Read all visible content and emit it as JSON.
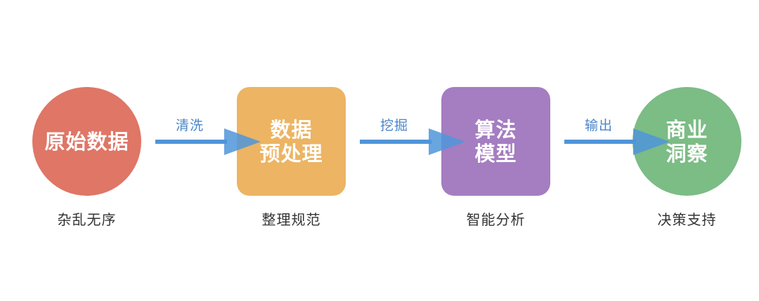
{
  "colors": {
    "arrow": "#4f95d9",
    "label": "#4a86c8",
    "caption": "#333333",
    "node_text": "#ffffff"
  },
  "stages": [
    {
      "id": "raw-data",
      "shape": "circle",
      "color": "#df7666",
      "title": "原始数据",
      "caption": "杂乱无序"
    },
    {
      "id": "preprocessing",
      "shape": "rounded-rect",
      "color": "#ecb463",
      "title": "数据\n预处理",
      "caption": "整理规范"
    },
    {
      "id": "algorithm-model",
      "shape": "rounded-rect",
      "color": "#a57dc1",
      "title": "算法\n模型",
      "caption": "智能分析"
    },
    {
      "id": "business-insight",
      "shape": "circle",
      "color": "#7cbc85",
      "title": "商业\n洞察",
      "caption": "决策支持"
    }
  ],
  "connectors": [
    {
      "label": "清洗"
    },
    {
      "label": "挖掘"
    },
    {
      "label": "输出"
    }
  ]
}
